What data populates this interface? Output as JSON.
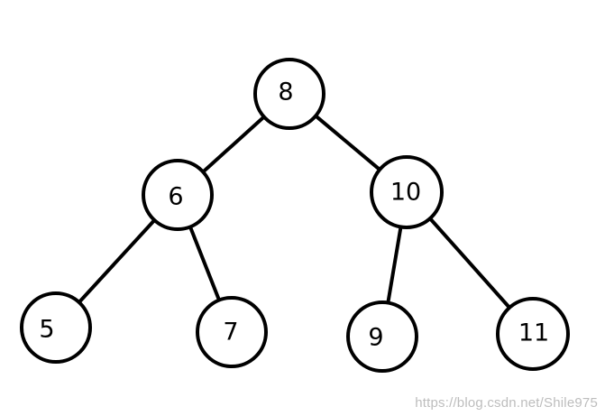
{
  "tree": {
    "nodes": [
      {
        "id": "n8",
        "label": "8"
      },
      {
        "id": "n6",
        "label": "6"
      },
      {
        "id": "n10",
        "label": "10"
      },
      {
        "id": "n5",
        "label": "5"
      },
      {
        "id": "n7",
        "label": "7"
      },
      {
        "id": "n9",
        "label": "9"
      },
      {
        "id": "n11",
        "label": "11"
      }
    ],
    "edges": [
      {
        "from": "n8",
        "to": "n6"
      },
      {
        "from": "n8",
        "to": "n10"
      },
      {
        "from": "n6",
        "to": "n5"
      },
      {
        "from": "n6",
        "to": "n7"
      },
      {
        "from": "n10",
        "to": "n9"
      },
      {
        "from": "n10",
        "to": "n11"
      }
    ]
  },
  "watermark": "https://blog.csdn.net/Shile975",
  "colors": {
    "stroke": "#000000",
    "fill": "#ffffff",
    "watermark": "#bdbdbd"
  }
}
